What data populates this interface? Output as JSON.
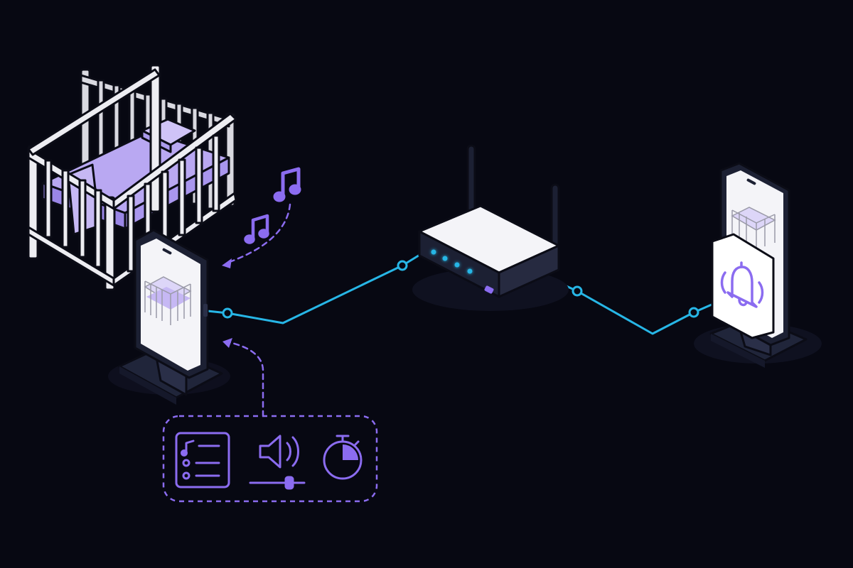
{
  "colors": {
    "background": "#070812",
    "accent_purple": "#8b6cf0",
    "lavender": "#b9a8f2",
    "connection_cyan": "#27b6e6",
    "device_dark": "#1c2033",
    "device_outline": "#0b0c16",
    "crib_white": "#e9e9ee",
    "screen_white": "#f4f4f8"
  },
  "nodes": [
    {
      "id": "crib",
      "icon": "crib-icon"
    },
    {
      "id": "baby-phone",
      "icon": "phone-on-stand-icon"
    },
    {
      "id": "router",
      "icon": "wifi-router-icon"
    },
    {
      "id": "parent-phone",
      "icon": "phone-on-stand-icon"
    }
  ],
  "connections": [
    {
      "from": "baby-phone",
      "to": "router",
      "style": "solid",
      "color": "#27b6e6"
    },
    {
      "from": "router",
      "to": "parent-phone",
      "style": "solid",
      "color": "#27b6e6"
    },
    {
      "from": "baby-phone",
      "to": "crib",
      "style": "dashed",
      "color": "#8b6cf0"
    },
    {
      "from": "controls-panel",
      "to": "baby-phone",
      "style": "dashed",
      "color": "#8b6cf0"
    }
  ],
  "controls_panel": {
    "border": "dashed",
    "icons": [
      "playlist-icon",
      "volume-slider-icon",
      "timer-icon"
    ]
  },
  "music_notes": [
    "music-note-icon",
    "music-note-icon"
  ],
  "alert": {
    "icon": "ringing-bell-icon"
  }
}
